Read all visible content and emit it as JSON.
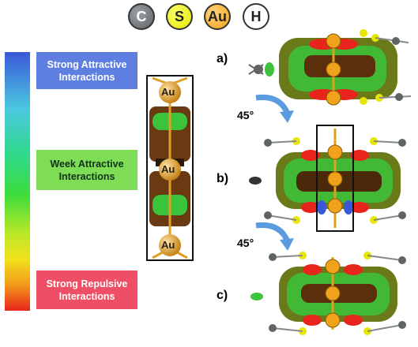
{
  "legend_atoms": [
    {
      "symbol": "C"
    },
    {
      "symbol": "S"
    },
    {
      "symbol": "Au"
    },
    {
      "symbol": "H"
    }
  ],
  "scale_labels": {
    "strong_attractive": "Strong Attractive Interactions",
    "weak_attractive": "Week Attractive Interactions",
    "strong_repulsive": "Strong Repulsive Interactions"
  },
  "inset_atoms": [
    "Au",
    "Au",
    "Au"
  ],
  "panels": [
    "a)",
    "b)",
    "c)"
  ],
  "rotation_labels": [
    "45°",
    "45°"
  ],
  "colors": {
    "attractive": "#3a57d8",
    "weak": "#3ddc3d",
    "repulsive": "#e8241c",
    "gold": "#f0a21b",
    "sulfur": "#e6e600",
    "carbon": "#5f6466",
    "rotation_arrow": "#5b9be0"
  }
}
